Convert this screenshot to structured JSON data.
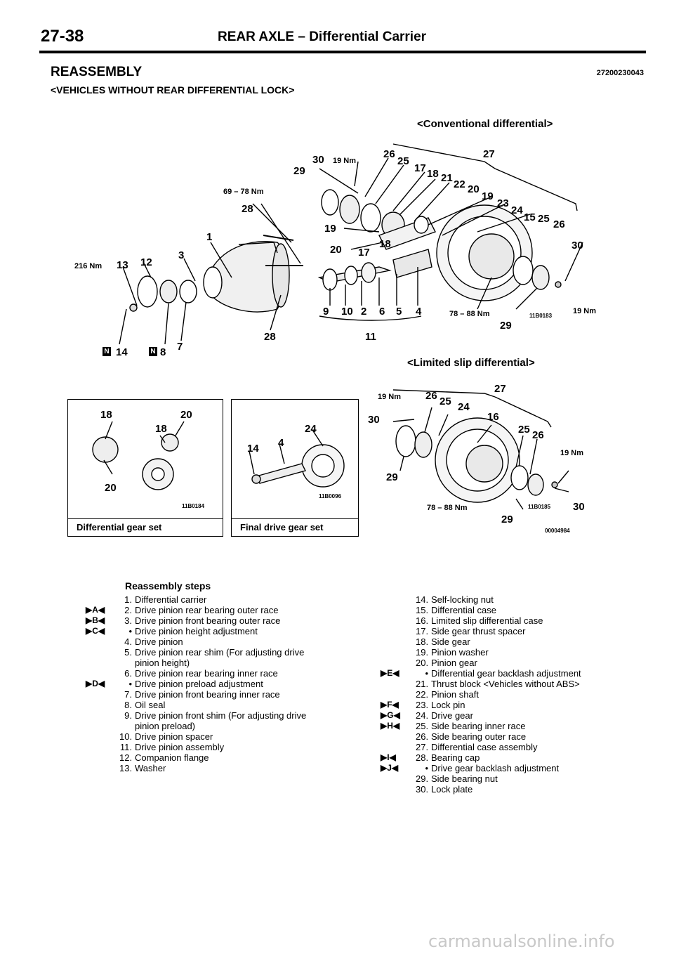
{
  "header": {
    "page_number": "27-38",
    "title": "REAR AXLE – Differential Carrier"
  },
  "section": {
    "title": "REASSEMBLY",
    "code": "27200230043",
    "subtitle": "<VEHICLES WITHOUT REAR DIFFERENTIAL LOCK>"
  },
  "diagram": {
    "conventional_caption": "<Conventional differential>",
    "lsd_caption": "<Limited slip differential>",
    "conventional_labels": [
      "30",
      "19 Nm",
      "26",
      "25",
      "17",
      "18",
      "21",
      "22",
      "20",
      "19",
      "23",
      "24",
      "15",
      "25",
      "26",
      "27",
      "29",
      "69 – 78 Nm",
      "28",
      "1",
      "19",
      "18",
      "20",
      "17",
      "30",
      "216 Nm",
      "13",
      "12",
      "3",
      "9",
      "10",
      "2",
      "6",
      "5",
      "4",
      "78 – 88 Nm",
      "11B0183",
      "19 Nm",
      "29",
      "28",
      "11",
      "14",
      "8",
      "7"
    ],
    "lsd_labels": [
      "19 Nm",
      "26",
      "25",
      "24",
      "27",
      "30",
      "16",
      "25",
      "26",
      "19 Nm",
      "29",
      "78 – 88 Nm",
      "11B0185",
      "30",
      "29",
      "00004984"
    ],
    "inset_diff": {
      "caption": "Differential gear set",
      "labels": [
        "18",
        "20",
        "18",
        "20",
        "11B0184"
      ]
    },
    "inset_final": {
      "caption": "Final drive gear set",
      "labels": [
        "24",
        "14",
        "4",
        "11B0096"
      ]
    }
  },
  "steps": {
    "title": "Reassembly steps",
    "left": [
      {
        "mark": "",
        "num": "1.",
        "text": "Differential carrier"
      },
      {
        "mark": "▶A◀",
        "num": "2.",
        "text": "Drive pinion rear bearing outer race"
      },
      {
        "mark": "▶B◀",
        "num": "3.",
        "text": "Drive pinion front bearing outer race"
      },
      {
        "mark": "▶C◀",
        "num": "•",
        "text": "Drive pinion height adjustment"
      },
      {
        "mark": "",
        "num": "4.",
        "text": "Drive pinion"
      },
      {
        "mark": "",
        "num": "5.",
        "text": "Drive pinion rear shim (For adjusting drive pinion height)"
      },
      {
        "mark": "",
        "num": "6.",
        "text": "Drive pinion rear bearing inner race"
      },
      {
        "mark": "▶D◀",
        "num": "•",
        "text": "Drive pinion preload adjustment"
      },
      {
        "mark": "",
        "num": "7.",
        "text": "Drive pinion front bearing inner race"
      },
      {
        "mark": "",
        "num": "8.",
        "text": "Oil seal"
      },
      {
        "mark": "",
        "num": "9.",
        "text": "Drive pinion front shim (For adjusting drive pinion preload)"
      },
      {
        "mark": "",
        "num": "10.",
        "text": "Drive pinion spacer"
      },
      {
        "mark": "",
        "num": "11.",
        "text": "Drive pinion assembly"
      },
      {
        "mark": "",
        "num": "12.",
        "text": "Companion flange"
      },
      {
        "mark": "",
        "num": "13.",
        "text": "Washer"
      }
    ],
    "right": [
      {
        "mark": "",
        "num": "14.",
        "text": "Self-locking nut"
      },
      {
        "mark": "",
        "num": "15.",
        "text": "Differential case"
      },
      {
        "mark": "",
        "num": "16.",
        "text": "Limited slip differential case"
      },
      {
        "mark": "",
        "num": "17.",
        "text": "Side gear thrust spacer"
      },
      {
        "mark": "",
        "num": "18.",
        "text": "Side gear"
      },
      {
        "mark": "",
        "num": "19.",
        "text": "Pinion washer"
      },
      {
        "mark": "",
        "num": "20.",
        "text": "Pinion gear"
      },
      {
        "mark": "▶E◀",
        "num": "•",
        "text": "Differential gear backlash adjustment"
      },
      {
        "mark": "",
        "num": "21.",
        "text": "Thrust block <Vehicles without ABS>"
      },
      {
        "mark": "",
        "num": "22.",
        "text": "Pinion shaft"
      },
      {
        "mark": "▶F◀",
        "num": "23.",
        "text": "Lock pin"
      },
      {
        "mark": "▶G◀",
        "num": "24.",
        "text": "Drive gear"
      },
      {
        "mark": "▶H◀",
        "num": "25.",
        "text": "Side bearing inner race"
      },
      {
        "mark": "",
        "num": "26.",
        "text": "Side bearing outer race"
      },
      {
        "mark": "",
        "num": "27.",
        "text": "Differential case assembly"
      },
      {
        "mark": "▶I◀",
        "num": "28.",
        "text": "Bearing cap"
      },
      {
        "mark": "▶J◀",
        "num": "•",
        "text": "Drive gear backlash adjustment"
      },
      {
        "mark": "",
        "num": "29.",
        "text": "Side bearing nut"
      },
      {
        "mark": "",
        "num": "30.",
        "text": "Lock plate"
      }
    ]
  },
  "watermark": "carmanualsonline.info"
}
